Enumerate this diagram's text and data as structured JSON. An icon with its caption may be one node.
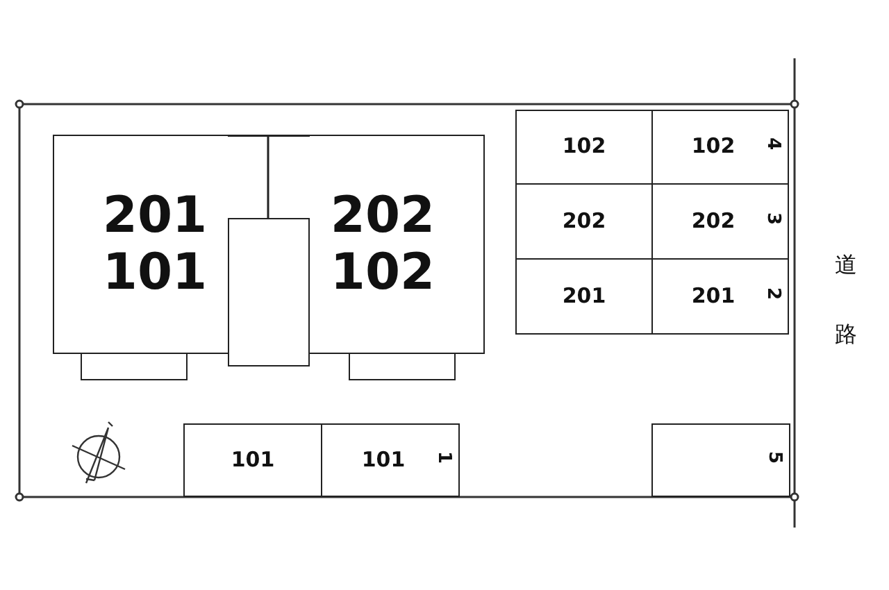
{
  "diagram": {
    "nodes": [
      {
        "text": [
          "201",
          "101"
        ]
      },
      {
        "text": [
          "202",
          "102"
        ]
      },
      {
        "text": [],
        "shape": "box"
      },
      {
        "text": [],
        "shape": "box"
      },
      {
        "text": [],
        "shape": "box"
      },
      {
        "text": [
          "102"
        ]
      },
      {
        "text": [
          "102",
          "4"
        ]
      },
      {
        "text": [
          "202"
        ]
      },
      {
        "text": [
          "202",
          "3"
        ]
      },
      {
        "text": [
          "201"
        ]
      },
      {
        "text": [
          "201",
          "2"
        ]
      },
      {
        "text": [
          "101"
        ]
      },
      {
        "text": [
          "101",
          "1"
        ]
      },
      {
        "text": [
          "5"
        ]
      }
    ],
    "labels": [
      "道路"
    ]
  }
}
